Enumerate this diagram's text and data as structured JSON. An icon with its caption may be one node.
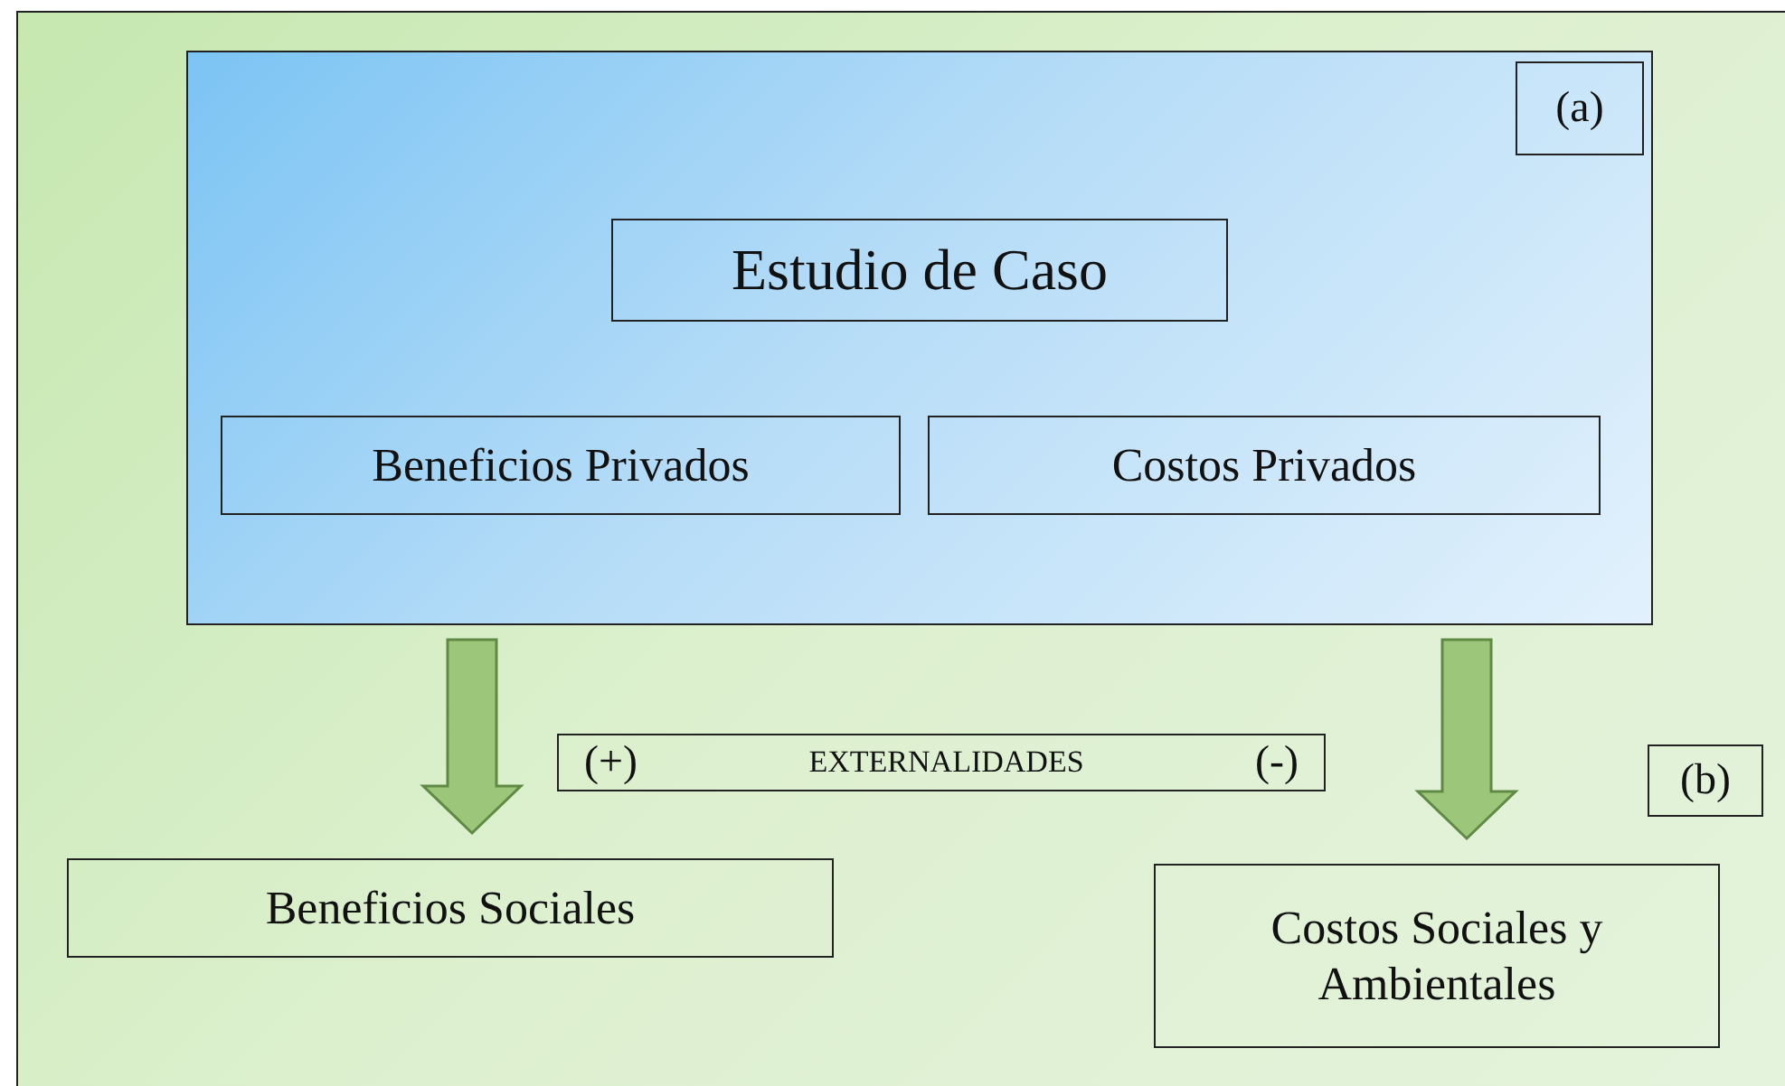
{
  "diagram": {
    "nodes": [
      {
        "text": [],
        "shape": "box"
      },
      {
        "text": [
          "(a)"
        ],
        "in": 0
      },
      {
        "text": [
          "Estudio de Caso"
        ],
        "in": 0
      },
      {
        "text": [
          "Beneficios Privados"
        ],
        "in": 0
      },
      {
        "text": [
          "Costos Privados"
        ],
        "in": 0
      },
      {
        "text": [
          "(+)",
          "EXTERNALIDADES",
          "(-)"
        ]
      },
      {
        "text": [
          "(b)"
        ]
      },
      {
        "text": [
          "Beneficios Sociales"
        ]
      },
      {
        "text": [
          "Costos Sociales y Ambientales"
        ]
      }
    ],
    "edges": [
      {
        "from": 0,
        "to": 7,
        "arrow": "to",
        "style": "thick",
        "color": "#9cc679"
      },
      {
        "from": 0,
        "to": 8,
        "arrow": "to",
        "style": "thick",
        "color": "#9cc679"
      }
    ]
  }
}
